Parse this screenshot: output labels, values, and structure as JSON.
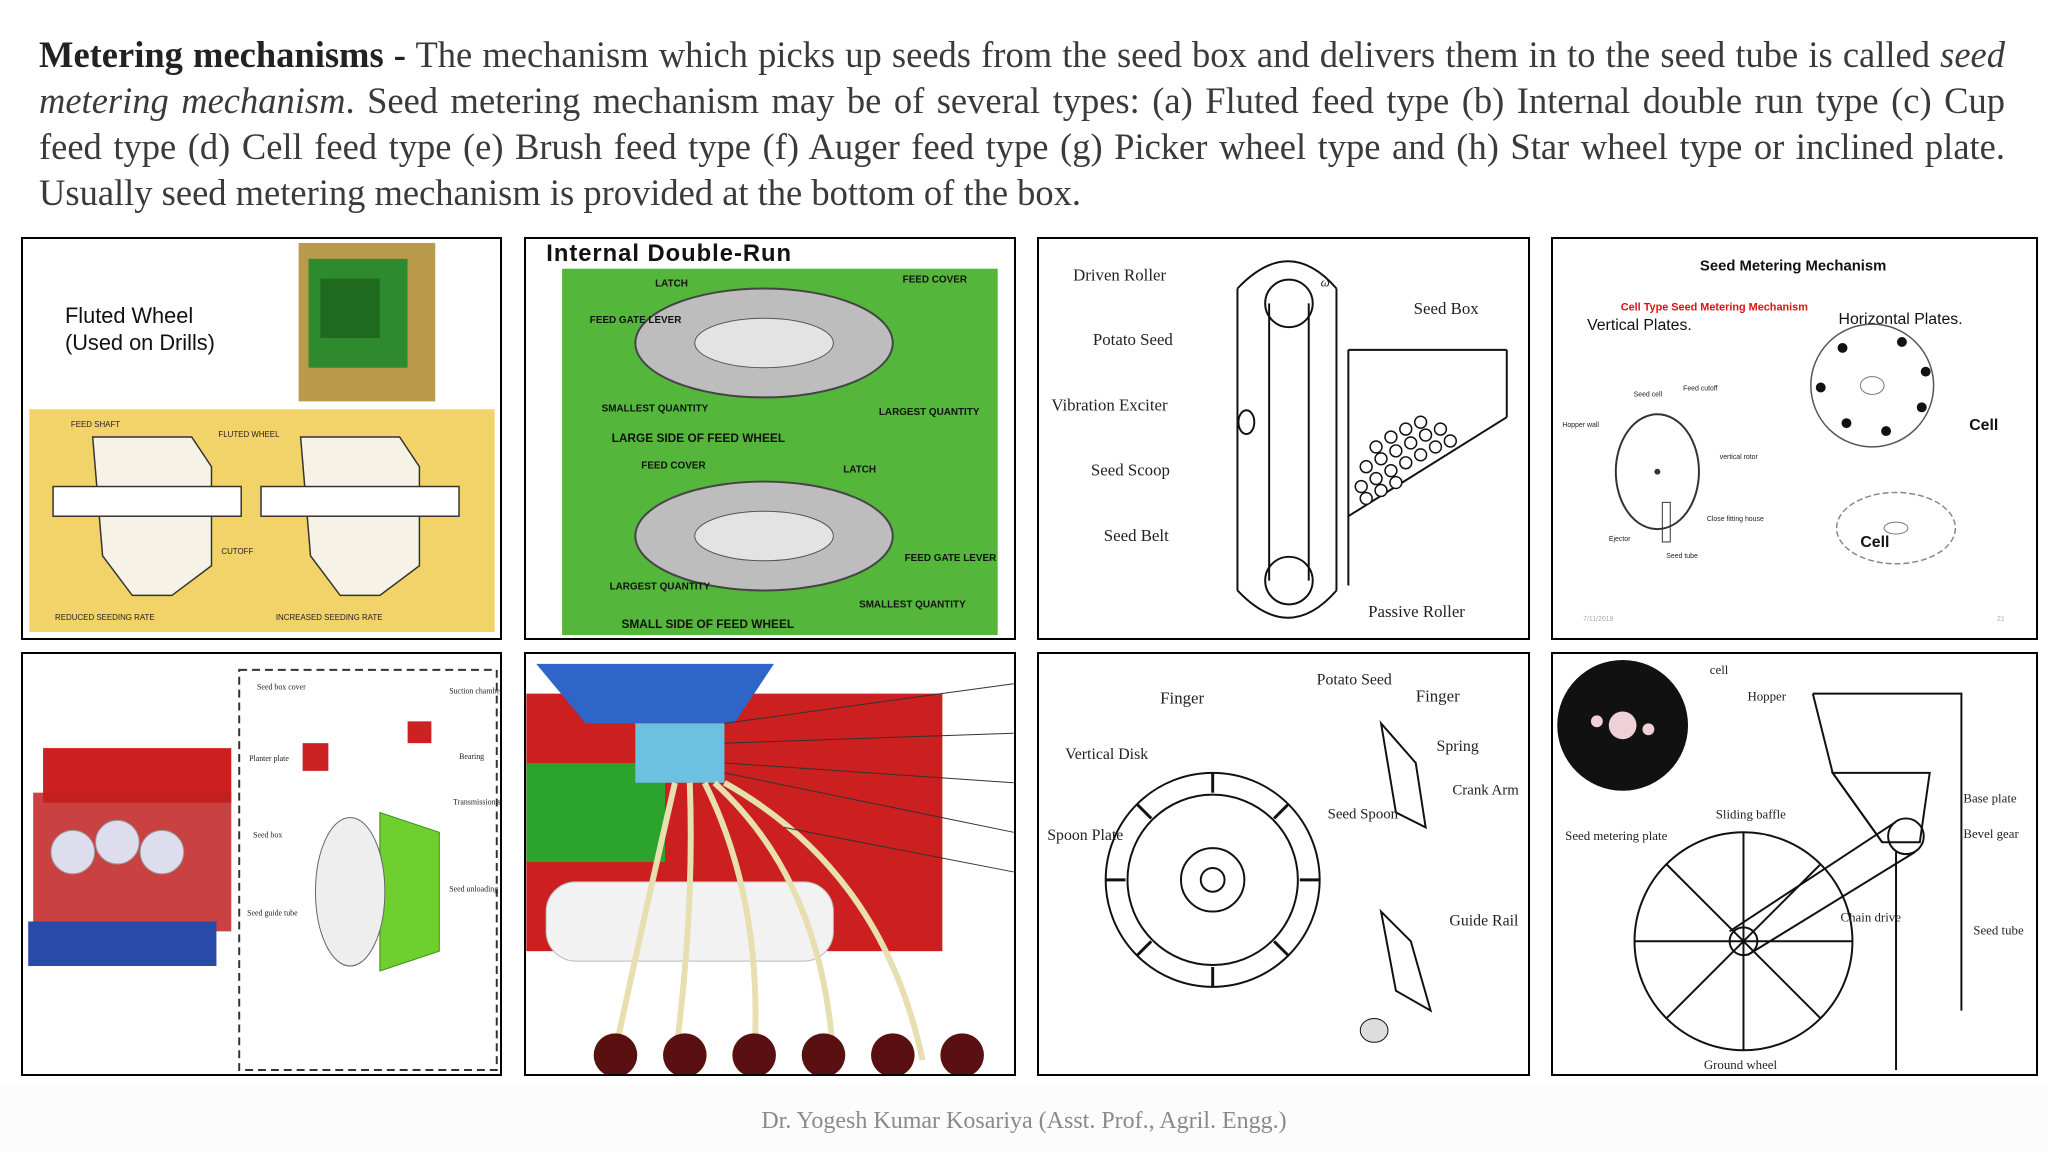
{
  "paragraph": {
    "bold_lead": "Metering mechanisms -",
    "text1": " The mechanism which picks up seeds from the seed box and delivers them in to the seed tube is called ",
    "italic": "seed metering mechanism",
    "text2": ". Seed metering mechanism may be of several types: (a) Fluted feed type (b) Internal double run type (c) Cup feed type (d) Cell feed type (e) Brush feed type (f) Auger feed type (g) Picker wheel type and (h) Star wheel type or inclined plate. Usually seed metering mechanism is provided at the bottom of the box."
  },
  "panel1": {
    "title_line1": "Fluted Wheel",
    "title_line2": "(Used on Drills)",
    "feed_shaft": "FEED SHAFT",
    "fluted_wheel": "FLUTED WHEEL",
    "cutoff": "CUTOFF",
    "reduced": "REDUCED SEEDING RATE",
    "increased": "INCREASED SEEDING RATE"
  },
  "panel2": {
    "title": "Internal Double-Run",
    "latch": "LATCH",
    "feed_cover": "FEED COVER",
    "feed_gate_lever": "FEED GATE LEVER",
    "smallest_quantity": "SMALLEST QUANTITY",
    "largest_quantity": "LARGEST QUANTITY",
    "large_side": "LARGE SIDE OF FEED WHEEL",
    "small_side": "SMALL SIDE OF FEED WHEEL"
  },
  "panel3": {
    "driven_roller": "Driven Roller",
    "potato_seed": "Potato Seed",
    "vibration_exciter": "Vibration Exciter",
    "seed_scoop": "Seed Scoop",
    "seed_belt": "Seed Belt",
    "seed_box": "Seed Box",
    "passive_roller": "Passive Roller",
    "omega": "ω"
  },
  "panel4": {
    "title": "Seed Metering Mechanism",
    "subtitle": "Cell Type Seed Metering Mechanism",
    "vertical": "Vertical Plates.",
    "horizontal": "Horizontal Plates.",
    "cell1": "Cell",
    "cell2": "Cell",
    "seed_cell": "Seed cell",
    "feed_cutoff": "Feed cutoff",
    "hopper_wall": "Hopper wall",
    "vertical_rotor": "vertical rotor",
    "ejector": "Ejector",
    "close_fitting": "Close fitting house",
    "seed_tube": "Seed tube",
    "date": "7/11/2019",
    "page": "21"
  },
  "panel5": {
    "seed_box_cover": "Seed box cover",
    "suction_chamber": "Suction chamber shell",
    "planter_plate": "Planter plate",
    "bearing": "Bearing",
    "seed_box": "Seed box",
    "transmission_shaft": "Transmission shaft",
    "seed_unloading_plug": "Seed unloading plug",
    "seed_guide_tube": "Seed guide tube"
  },
  "panel7": {
    "potato_seed": "Potato Seed",
    "finger1": "Finger",
    "finger2": "Finger",
    "vertical_disk": "Vertical Disk",
    "spring": "Spring",
    "crank_arm": "Crank Arm",
    "seed_spoon": "Seed Spoon",
    "spoon_plate": "Spoon Plate",
    "guide_rail": "Guide Rail"
  },
  "panel8": {
    "cell": "cell",
    "hopper": "Hopper",
    "base_plate": "Base plate",
    "sliding_baffle": "Sliding baffle",
    "bevel_gear": "Bevel gear",
    "seed_metering_plate": "Seed metering plate",
    "chain_drive": "Chain drive",
    "seed_tube": "Seed tube",
    "ground_wheel": "Ground wheel"
  },
  "footer": "Dr. Yogesh Kumar Kosariya (Asst. Prof., Agril. Engg.)",
  "colors": {
    "text": "#3a3a3a",
    "panel2_bg": "#55b63c",
    "panel1_bg": "#f2d36a",
    "drill_red": "#cc1f1f",
    "hopper_blue": "#2f64c8"
  }
}
